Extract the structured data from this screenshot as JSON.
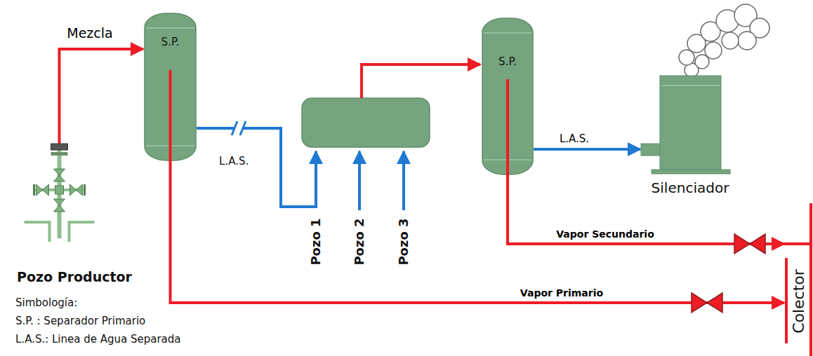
{
  "diagram": {
    "nodes": [
      {
        "text": [
          "S.P."
        ]
      },
      {
        "text": [
          "S.P."
        ]
      },
      {
        "text": [
          "Silenciador"
        ]
      },
      {
        "text": [
          "Pozo Productor"
        ]
      },
      {
        "text": [
          "Colector"
        ]
      }
    ],
    "edges": [
      {
        "from": 3,
        "to": 0,
        "arrow": "to",
        "label": "Mezcla"
      },
      {
        "from": 1,
        "to": 2,
        "arrow": "to",
        "label": "L.A.S."
      },
      {
        "from": 1,
        "to": 4,
        "arrow": "to",
        "label": "Vapor Secundario"
      },
      {
        "from": 0,
        "to": 4,
        "arrow": "to",
        "label": "Vapor Primario"
      }
    ],
    "labels": [
      "L.A.S.",
      "Pozo 1",
      "Pozo 2",
      "Pozo 3",
      "Simbología:",
      "S.P. : Separador Primario",
      "L.A.S.: Linea de Agua Separada"
    ]
  }
}
